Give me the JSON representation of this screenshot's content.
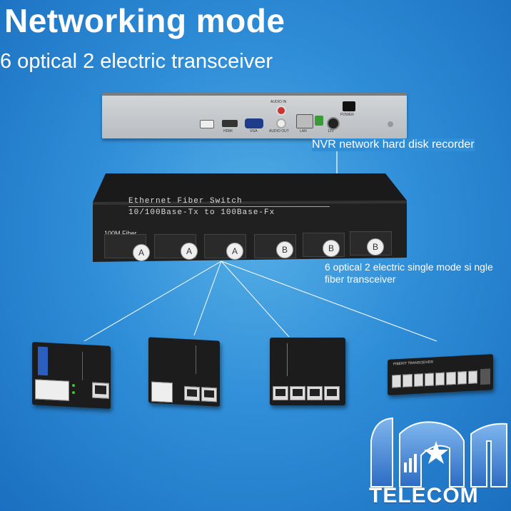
{
  "heading": {
    "title": "Networking mode",
    "subtitle": "6 optical 2 electric transceiver"
  },
  "nvr": {
    "label": "NVR network hard disk recorder",
    "port_labels": {
      "audio_in": "AUDIO IN",
      "hdmi": "HDMI",
      "vga": "VGA",
      "audio_out": "AUDIO OUT",
      "lan": "LAN",
      "power": "POWER",
      "dc": "12V"
    }
  },
  "switch": {
    "brand_line": "Ethernet Fiber Switch",
    "spec_line": "10/100Base-Tx to 100Base-Fx",
    "fiber_label": "100M Fiber",
    "port_tags": [
      "A",
      "A",
      "A",
      "B",
      "B",
      "B"
    ],
    "description": "6 optical 2 electric single mode si ngle fiber transceiver"
  },
  "devices": [
    {
      "name": "media-converter-1-port"
    },
    {
      "name": "media-converter-2-port"
    },
    {
      "name": "fiber-transceiver-4-port"
    },
    {
      "name": "fiber-transceiver-8-port",
      "label": "FIBER/T TRANSCEIVER"
    }
  ],
  "logo": {
    "text": "TELECOM"
  },
  "colors": {
    "background": "#2f8ed8",
    "device": "#1c1c1c",
    "logo": "#3a7fd0"
  }
}
